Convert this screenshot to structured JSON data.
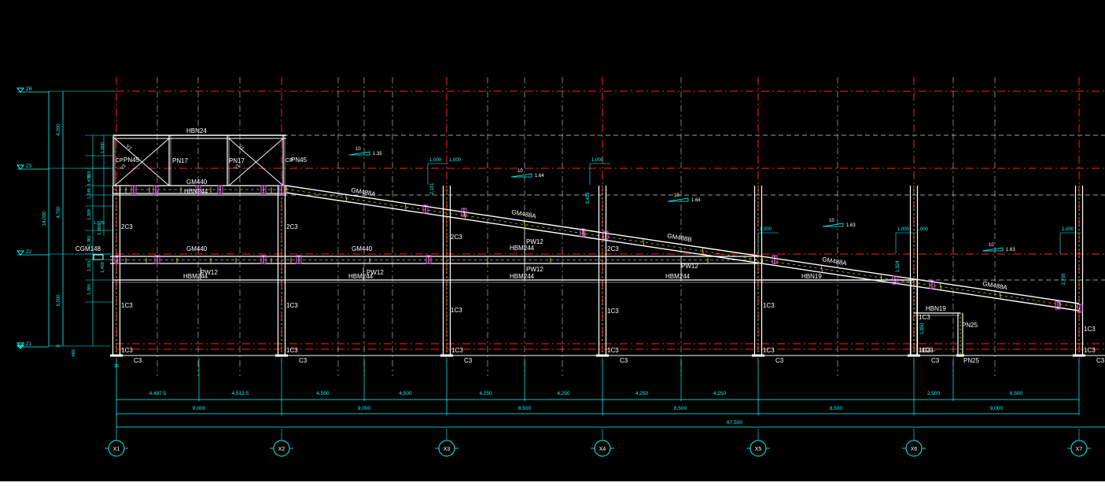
{
  "colors": {
    "background": "#000000",
    "dimension": "#00ffff",
    "grid_red": "#ff2020",
    "grid_white": "#cfcfcf",
    "member": "#ffffff",
    "bolt": "#ff44ff",
    "stiffener": "#ffff00",
    "text": "#ffffff"
  },
  "elevations": [
    {
      "label": "ZR"
    },
    {
      "label": "Z3"
    },
    {
      "label": "Z2"
    },
    {
      "label": "Z1"
    }
  ],
  "vertical_dims_outer": [
    "14,000"
  ],
  "vertical_dims_inner": [
    "4,200",
    "4,700",
    "5,000",
    "0"
  ],
  "vertical_dims_small": [
    "1,800",
    "955",
    "1,475",
    "1,146",
    "1,309",
    "1,825",
    "1,388",
    "1,381",
    "1,301",
    "1,459",
    "1,385",
    "460",
    "25"
  ],
  "member_labels": {
    "top_beam": "HBN24",
    "brace_a": "PN17",
    "brace_b": "PN17",
    "left_pn45": "PN45",
    "right_pn45": "PN45",
    "cp_left": "CP",
    "cp_right": "CP",
    "v1_a": "V1",
    "v1_b": "V1",
    "v1_c": "V1",
    "v1_d": "V1",
    "gm440_top": "GM440",
    "hbn244_top": "HBN244",
    "gm440_mid_a": "GM440",
    "gm440_mid_b": "GM440",
    "cgm148": "CGM148",
    "hbm244_a": "HBM244",
    "hbm244_b": "HBM244",
    "hbm244_c": "HBM244",
    "hbm244_d": "HBM244",
    "hbm244_e": "HBM244",
    "hbn19_a": "HBN19",
    "hbn19_b": "HBN19",
    "pw12_a": "PW12",
    "pw12_b": "PW12",
    "pw12_c": "PW12",
    "pw12_d": "PW12",
    "gm488a_1": "GM488A",
    "gm488a_2": "GM488A",
    "gm488b": "GM488B",
    "gm488a_3": "GM488A",
    "gm488a_4": "GM488A",
    "pn25_a": "PN25",
    "pn25_b": "PN25",
    "dim_1000": "1,000",
    "dim_3409": "3,409",
    "dim_2101": "2,101",
    "dim_1324": "1,324",
    "dim_1850": "1,850",
    "dim_2709": "2,709"
  },
  "slope_marks": [
    {
      "rise": "10",
      "run": "1.35"
    },
    {
      "rise": "10",
      "run": "1.64"
    },
    {
      "rise": "10",
      "run": "1.64"
    },
    {
      "rise": "10",
      "run": "1.63"
    },
    {
      "rise": "10",
      "run": "1.63"
    }
  ],
  "column_labels": {
    "c2": "2C3",
    "c1": "1C3",
    "c": "C3",
    "c1b": "1C3"
  },
  "bottom_dims_row1": [
    "4,487.5",
    "4,512.5",
    "4,500",
    "4,500",
    "4,250",
    "4,250",
    "4,250",
    "4,250",
    "2,500",
    "6,500"
  ],
  "bottom_dims_row2": [
    "9,000",
    "9,000",
    "8,500",
    "8,500",
    "8,500",
    "9,000"
  ],
  "bottom_dim_total": "67,500",
  "grid_axes": [
    "X1",
    "X2",
    "X3",
    "X4",
    "X5",
    "X6",
    "X7"
  ]
}
